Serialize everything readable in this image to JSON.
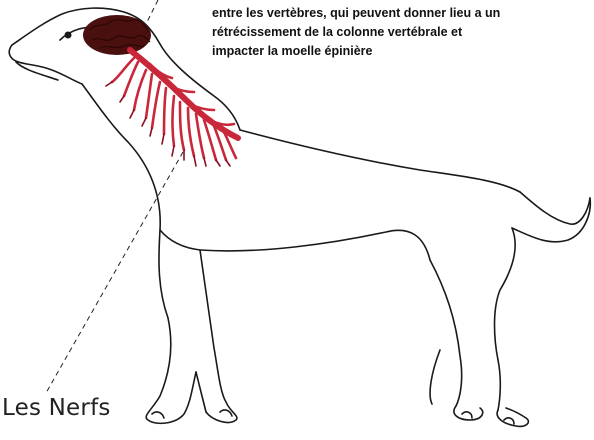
{
  "caption": {
    "line1": "entre les vertèbres, qui peuvent donner lieu a un",
    "line2": "rétrécissement de la colonne vertébrale et",
    "line3": "impacter la moelle épinière"
  },
  "label": "Les Nerfs",
  "colors": {
    "outline": "#1a1a1a",
    "brain": "#4a1010",
    "nerve": "#c8283a",
    "nerve_dark": "#8a1020"
  }
}
